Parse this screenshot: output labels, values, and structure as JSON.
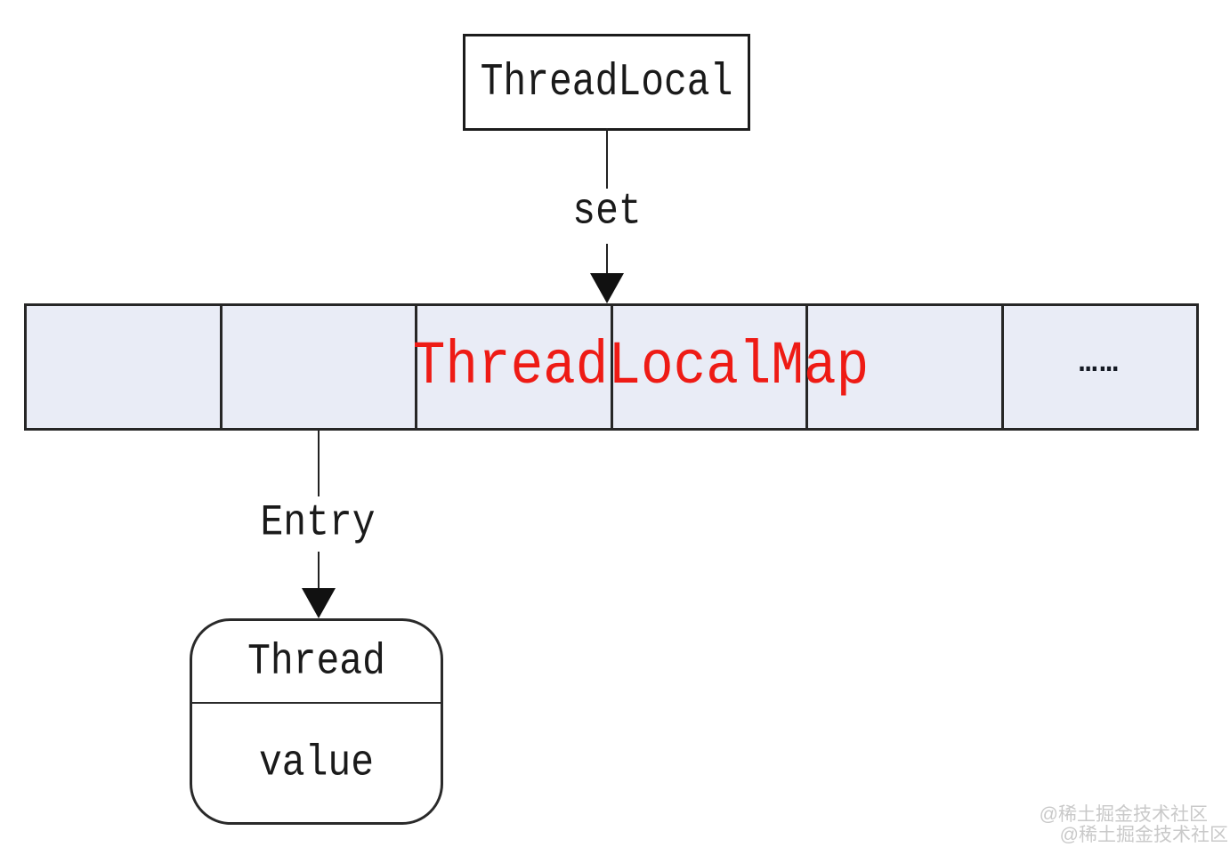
{
  "diagram": {
    "threadlocal_box": {
      "label": "ThreadLocal"
    },
    "set_arrow": {
      "label": "set"
    },
    "map_row": {
      "label": "ThreadLocalMap",
      "label_color": "#ee1b15",
      "cell_fill": "#e9ecf6",
      "border_color": "#262626",
      "cell_count": 6,
      "ellipsis": "……"
    },
    "entry_arrow": {
      "label": "Entry"
    },
    "entry_box": {
      "top_label": "Thread",
      "bottom_label": "value"
    }
  },
  "watermark": {
    "line1": "@稀土掘金技术社区",
    "line2": "@稀土掘金技术社区",
    "color": "#c9c9c9"
  }
}
